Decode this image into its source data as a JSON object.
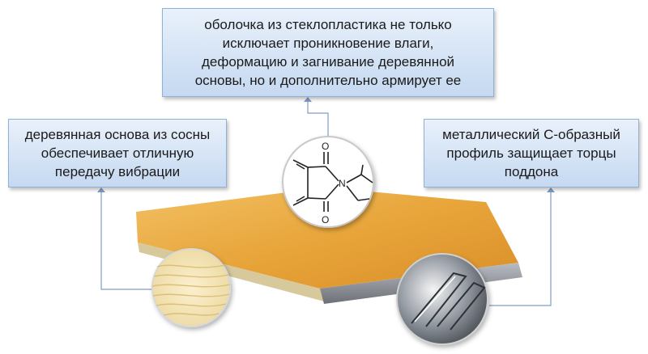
{
  "callouts": {
    "top": {
      "lines": [
        "оболочка из стеклопластика не только",
        "исключает проникновение влаги,",
        "деформацию и загнивание деревянной",
        "основы, но и дополнительно армирует ее"
      ]
    },
    "left": {
      "lines": [
        "деревянная основа из сосны",
        "обеспечивает отличную",
        "передачу вибрации"
      ]
    },
    "right": {
      "lines": [
        "металлический С-образный",
        "профиль защищает торцы",
        "поддона"
      ]
    }
  },
  "molecule": {
    "atom_o_top": "O",
    "atom_n": "N",
    "atom_o_bottom": "O"
  },
  "colors": {
    "board_top": "#e8a53a",
    "board_edge": "#c9c2a8",
    "metal_strip": "#8a8d93",
    "connector": "#7f9cc7",
    "callout_fill": "#c5d9f1"
  }
}
